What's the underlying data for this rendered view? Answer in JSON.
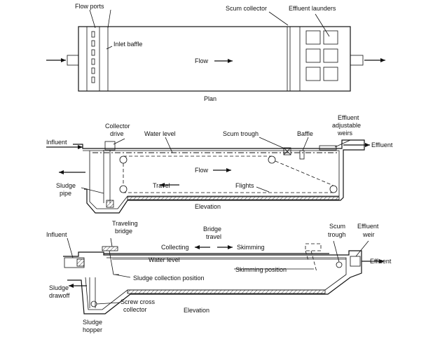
{
  "plan": {
    "flow_ports": "Flow ports",
    "scum_collector": "Scum collector",
    "effluent_launders": "Effluent launders",
    "inlet_baffle": "Inlet baffle",
    "flow": "Flow",
    "title": "Plan"
  },
  "elevation_a": {
    "collector_drive_1": "Collector",
    "collector_drive_2": "drive",
    "water_level": "Water level",
    "scum_trough": "Scum trough",
    "baffle": "Baffle",
    "effluent_weirs_1": "Effluent",
    "effluent_weirs_2": "adjustable",
    "effluent_weirs_3": "weirs",
    "influent": "Influent",
    "effluent": "Effluent",
    "flow": "Flow",
    "sludge_pipe_1": "Sludge",
    "sludge_pipe_2": "pipe",
    "travel": "Travel",
    "flights": "Flights",
    "title": "Elevation"
  },
  "elevation_b": {
    "traveling_bridge_1": "Traveling",
    "traveling_bridge_2": "bridge",
    "bridge_travel_1": "Bridge",
    "bridge_travel_2": "travel",
    "collecting": "Collecting",
    "skimming": "Skimming",
    "scum_trough_1": "Scum",
    "scum_trough_2": "trough",
    "effluent_weir_1": "Effluent",
    "effluent_weir_2": "weir",
    "influent": "Influent",
    "water_level": "Water level",
    "effluent": "Effluent",
    "skimming_position": "Skimming position",
    "sludge_collection_position": "Sludge collection position",
    "sludge_drawoff_1": "Sludge",
    "sludge_drawoff_2": "drawoff",
    "screw_cross_1": "Screw cross",
    "screw_cross_2": "collector",
    "sludge_hopper_1": "Sludge",
    "sludge_hopper_2": "hopper",
    "title": "Elevation"
  }
}
